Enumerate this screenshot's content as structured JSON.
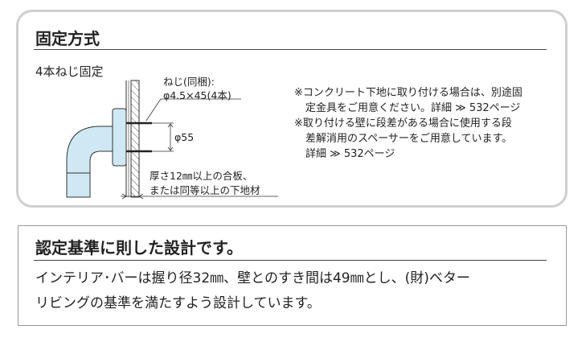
{
  "section1": {
    "title": "固定方式",
    "subtitle": "4本ねじ固定",
    "diagram": {
      "screw_label_1": "ねじ(同梱):",
      "screw_label_2": "φ4.5×45(4本)",
      "pitch_label": "φ55",
      "base_label_1": "厚さ12㎜以上の合板、",
      "base_label_2": "または同等以上の下地材"
    },
    "notes": [
      "※コンクリート下地に取り付ける場合は、別途固",
      "定金具をご用意ください。詳細 ≫ 532ページ",
      "※取り付ける壁に段差がある場合に使用する段",
      "差解消用のスペーサーをご用意しています。",
      "詳細 ≫ 532ページ"
    ]
  },
  "section2": {
    "title": "認定基準に則した設計です。",
    "body": [
      "インテリア･バーは握り径32㎜、壁とのすき間は49㎜とし、(財)ベター",
      "リビングの基準を満たすよう設計しています。"
    ]
  },
  "colors": {
    "pipe": "#cfe8f3",
    "border": "#cfcfcf"
  }
}
